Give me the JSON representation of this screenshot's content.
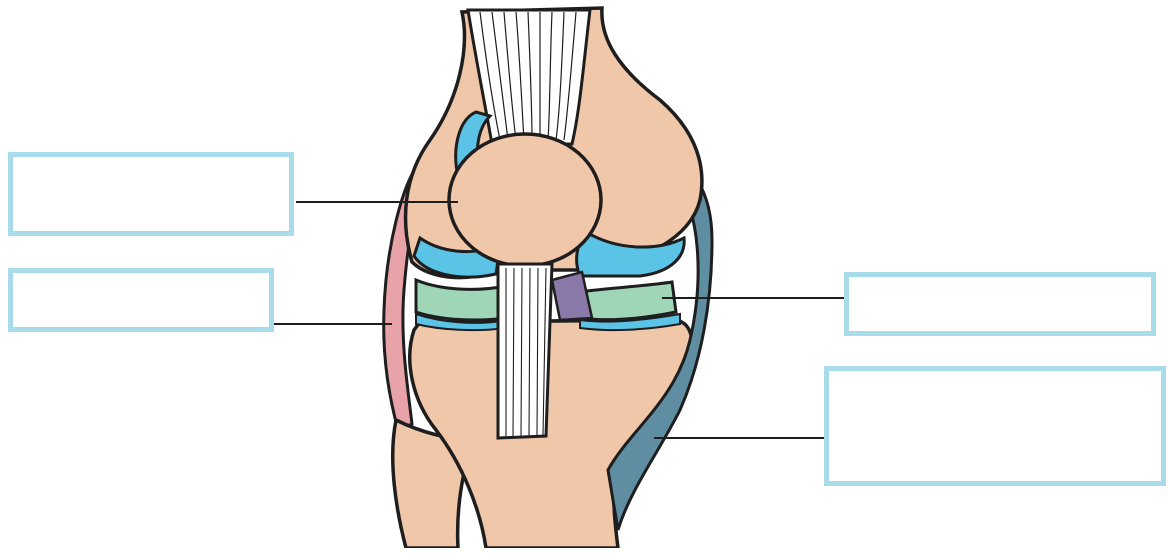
{
  "diagram": {
    "subject": "knee-joint",
    "colors": {
      "bone": "#f1c7aa",
      "cartilage": "#5bc4e6",
      "meniscus": "#9fd6b8",
      "lateral_ligament": "#e7a3a8",
      "medial_ligament": "#5f8ea3",
      "cruciate_ligament": "#8a78a8",
      "tendon": "#ffffff",
      "outline": "#1e1e1e",
      "label_border": "#a8dcea",
      "leader_line": "#1e1e1e"
    },
    "labels": [
      {
        "id": "patella",
        "text": ""
      },
      {
        "id": "fibular-collateral-ligament",
        "text": ""
      },
      {
        "id": "meniscus",
        "text": ""
      },
      {
        "id": "tibial-collateral-ligament",
        "text": ""
      }
    ]
  }
}
